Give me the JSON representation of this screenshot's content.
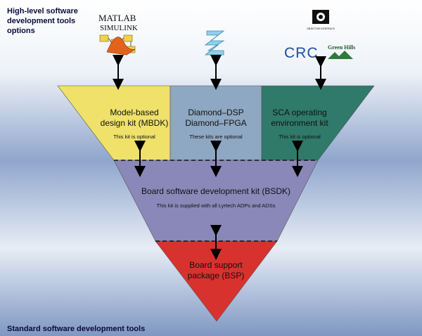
{
  "corner_top": [
    "High-level software",
    "development tools",
    "options"
  ],
  "corner_bottom": "Standard  software development tools",
  "logos": {
    "matlab_line1": "MATLAB",
    "matlab_line2": "SIMULINK",
    "crc": "CRC",
    "green_hills": "Green Hills",
    "objective_interface": "OBJECTIVE INTERFACE"
  },
  "sections": {
    "mbdk": {
      "line1": "Model-based",
      "line2": "design kit (MBDK)",
      "note": "This kit is optional"
    },
    "dsp": {
      "line1": "Diamond–DSP",
      "line2": "Diamond–FPGA",
      "note": "These kits are optional"
    },
    "sca": {
      "line1": "SCA operating",
      "line2": "environment kit",
      "note": "This kit is optional"
    },
    "bsdk": {
      "line1": "Board software development kit (BSDK)",
      "note": "This kit is supplied with all Lyrtech ADPs and ADSs"
    },
    "bsp": {
      "line1": "Board support",
      "line2": "package (BSP)"
    }
  },
  "colors": {
    "mbdk": "#efe16a",
    "dsp": "#8ea7c2",
    "sca": "#2f7a6a",
    "bsdk": "#8a88b8",
    "bsp": "#d8322e"
  }
}
